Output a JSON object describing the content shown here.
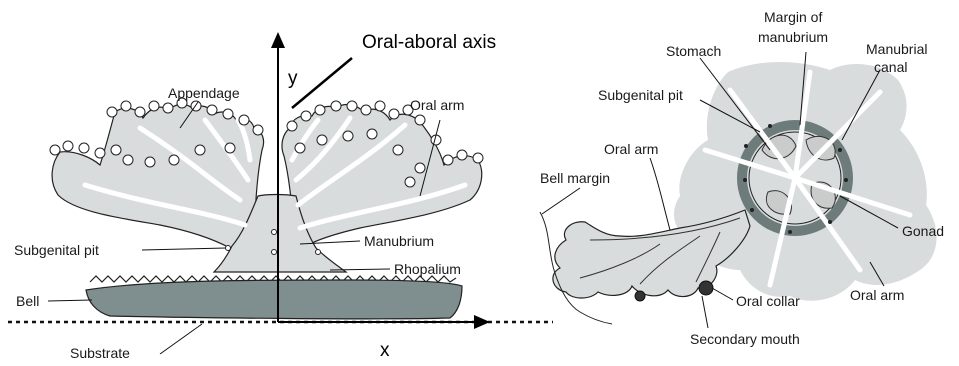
{
  "left_diagram": {
    "axis_title": "Oral-aboral axis",
    "y_axis_label": "y",
    "x_axis_label": "x",
    "labels": {
      "appendage": "Appendage",
      "oral_arm": "Oral arm",
      "subgenital_pit": "Subgenital pit",
      "manubrium": "Manubrium",
      "rhopalium": "Rhopalium",
      "bell": "Bell",
      "substrate": "Substrate"
    }
  },
  "right_diagram": {
    "labels": {
      "margin_of_manubrium_1": "Margin of",
      "margin_of_manubrium_2": "manubrium",
      "stomach": "Stomach",
      "manubrial_canal_1": "Manubrial",
      "manubrial_canal_2": "canal",
      "subgenital_pit": "Subgenital pit",
      "oral_arm_inner": "Oral arm",
      "bell_margin": "Bell margin",
      "gonad": "Gonad",
      "oral_arm_outer": "Oral arm",
      "oral_collar": "Oral collar",
      "secondary_mouth": "Secondary mouth"
    }
  },
  "colors": {
    "body": "#d9dcdc",
    "bell": "#7f8e8e",
    "ring": "#6d7c7a",
    "outline": "#222222",
    "axis": "#000000"
  }
}
